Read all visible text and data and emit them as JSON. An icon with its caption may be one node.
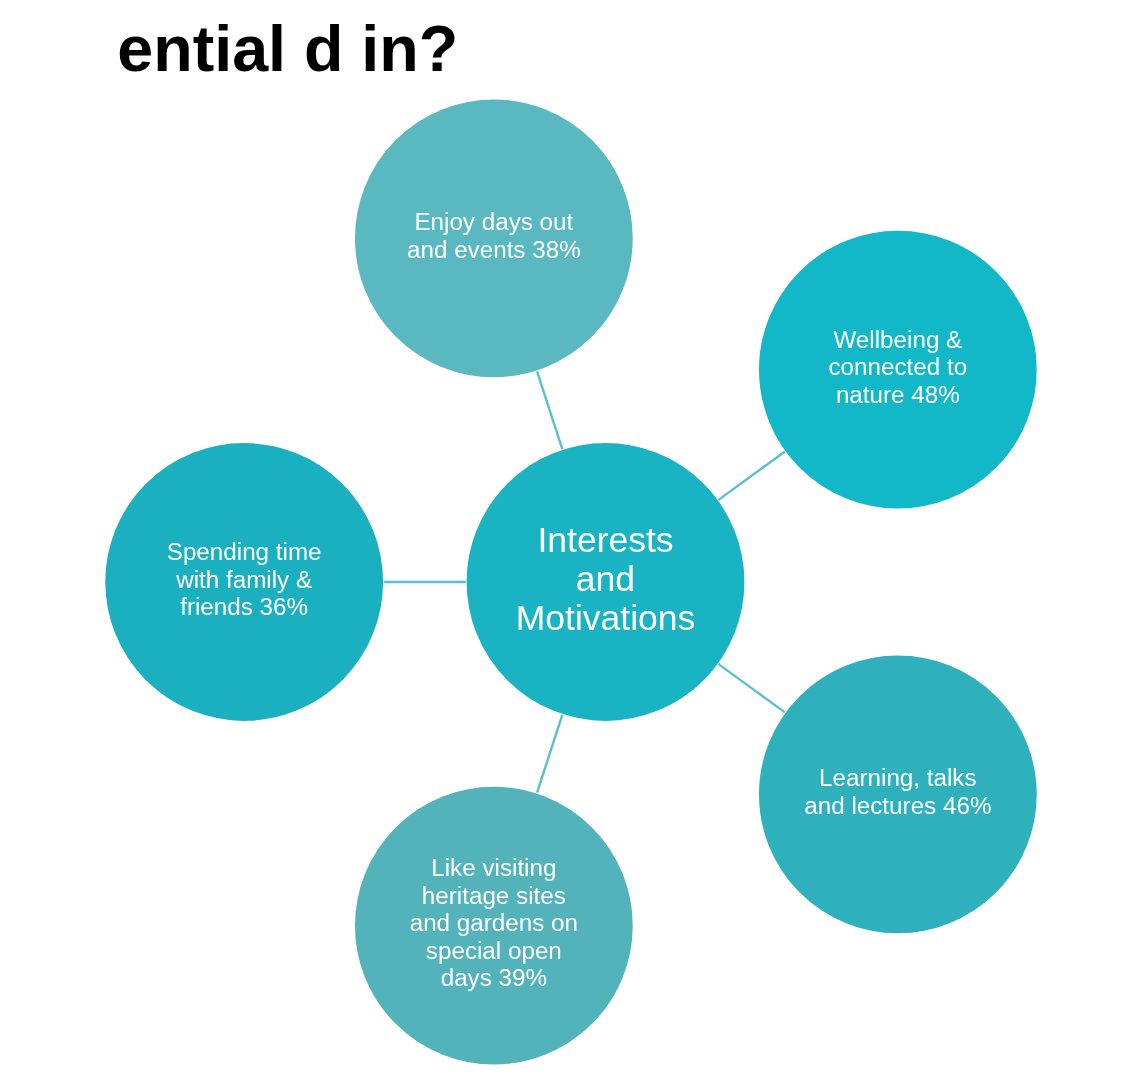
{
  "diagram": {
    "title": "ential d in?",
    "nodes": [
      {
        "text": [
          "Wellbeing & connected to nature 48%"
        ]
      },
      {
        "text": [
          "Enjoy days out and events 38%"
        ]
      },
      {
        "text": [
          "Interests and Motivations"
        ]
      },
      {
        "text": [
          "Spending time with family & friends 36%"
        ]
      },
      {
        "text": [
          "Like visiting heritage sites and gardens on special open days 39%"
        ]
      },
      {
        "text": [
          "Learning, talks and lectures 46%"
        ]
      }
    ],
    "edges": [
      {
        "from": 2,
        "to": 0,
        "arrow": "none"
      },
      {
        "from": 2,
        "to": 1,
        "arrow": "none"
      },
      {
        "from": 2,
        "to": 3,
        "arrow": "none"
      },
      {
        "from": 2,
        "to": 4,
        "arrow": "none"
      },
      {
        "from": 2,
        "to": 5,
        "arrow": "none"
      }
    ]
  }
}
